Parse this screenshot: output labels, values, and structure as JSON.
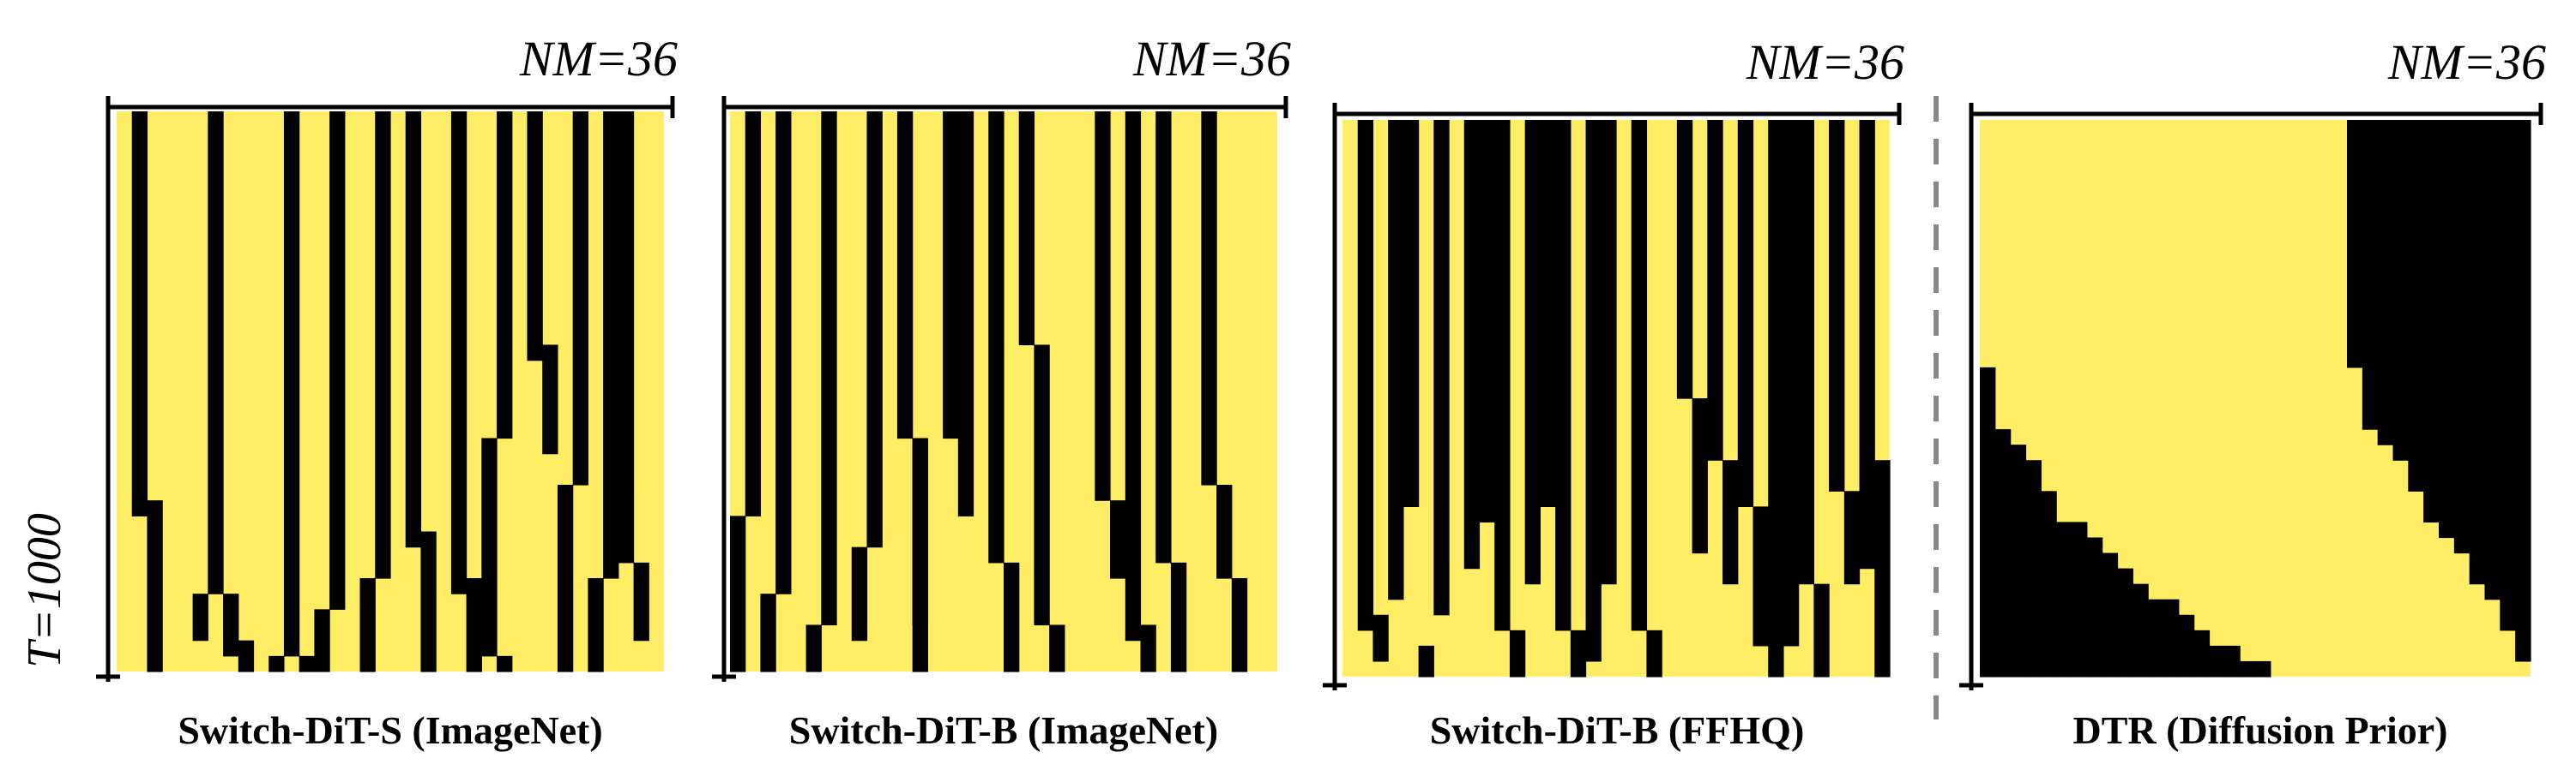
{
  "y_axis_label": "T=1000",
  "colors": {
    "active": "#ffed66",
    "inactive": "#000000",
    "axis": "#000000",
    "divider": "#888888"
  },
  "panels": [
    {
      "key": "s_imagenet",
      "title": "Switch-DiT-S (ImageNet)",
      "corner_label": "NM=36",
      "grid": {
        "rows": 36,
        "cols": 36
      },
      "inactive_runs": [
        {
          "col": 1,
          "from": 0,
          "to": 26
        },
        {
          "col": 2,
          "from": 25,
          "to": 36
        },
        {
          "col": 6,
          "from": 0,
          "to": 31
        },
        {
          "col": 5,
          "from": 31,
          "to": 34
        },
        {
          "col": 7,
          "from": 31,
          "to": 35
        },
        {
          "col": 8,
          "from": 34,
          "to": 36
        },
        {
          "col": 10,
          "from": 35,
          "to": 36
        },
        {
          "col": 11,
          "from": 0,
          "to": 35
        },
        {
          "col": 12,
          "from": 35,
          "to": 36
        },
        {
          "col": 14,
          "from": 0,
          "to": 32
        },
        {
          "col": 13,
          "from": 32,
          "to": 36
        },
        {
          "col": 17,
          "from": 0,
          "to": 30
        },
        {
          "col": 16,
          "from": 30,
          "to": 36
        },
        {
          "col": 19,
          "from": 0,
          "to": 28
        },
        {
          "col": 20,
          "from": 27,
          "to": 36
        },
        {
          "col": 22,
          "from": 0,
          "to": 31
        },
        {
          "col": 23,
          "from": 30,
          "to": 36
        },
        {
          "col": 25,
          "from": 0,
          "to": 21
        },
        {
          "col": 24,
          "from": 21,
          "to": 35
        },
        {
          "col": 25,
          "from": 35,
          "to": 36
        },
        {
          "col": 27,
          "from": 0,
          "to": 16
        },
        {
          "col": 28,
          "from": 15,
          "to": 22
        },
        {
          "col": 30,
          "from": 0,
          "to": 24
        },
        {
          "col": 29,
          "from": 24,
          "to": 36
        },
        {
          "col": 32,
          "from": 0,
          "to": 30
        },
        {
          "col": 31,
          "from": 30,
          "to": 36
        },
        {
          "col": 33,
          "from": 0,
          "to": 24
        },
        {
          "col": 33,
          "from": 24,
          "to": 29
        },
        {
          "col": 34,
          "from": 29,
          "to": 34
        }
      ]
    },
    {
      "key": "b_imagenet",
      "title": "Switch-DiT-B (ImageNet)",
      "corner_label": "NM=36",
      "grid": {
        "rows": 36,
        "cols": 36
      },
      "inactive_runs": [
        {
          "col": 1,
          "from": 0,
          "to": 26
        },
        {
          "col": 0,
          "from": 26,
          "to": 36
        },
        {
          "col": 3,
          "from": 0,
          "to": 31
        },
        {
          "col": 2,
          "from": 31,
          "to": 36
        },
        {
          "col": 6,
          "from": 0,
          "to": 33
        },
        {
          "col": 5,
          "from": 33,
          "to": 36
        },
        {
          "col": 9,
          "from": 0,
          "to": 28
        },
        {
          "col": 8,
          "from": 28,
          "to": 34
        },
        {
          "col": 11,
          "from": 0,
          "to": 21
        },
        {
          "col": 12,
          "from": 21,
          "to": 33
        },
        {
          "col": 14,
          "from": 0,
          "to": 21
        },
        {
          "col": 12,
          "from": 21,
          "to": 36
        },
        {
          "col": 15,
          "from": 0,
          "to": 26
        },
        {
          "col": 17,
          "from": 0,
          "to": 29
        },
        {
          "col": 18,
          "from": 29,
          "to": 36
        },
        {
          "col": 19,
          "from": 0,
          "to": 15
        },
        {
          "col": 20,
          "from": 15,
          "to": 33
        },
        {
          "col": 21,
          "from": 33,
          "to": 36
        },
        {
          "col": 24,
          "from": 0,
          "to": 25
        },
        {
          "col": 25,
          "from": 25,
          "to": 30
        },
        {
          "col": 26,
          "from": 0,
          "to": 34
        },
        {
          "col": 27,
          "from": 33,
          "to": 36
        },
        {
          "col": 28,
          "from": 0,
          "to": 29
        },
        {
          "col": 29,
          "from": 29,
          "to": 36
        },
        {
          "col": 31,
          "from": 0,
          "to": 24
        },
        {
          "col": 32,
          "from": 24,
          "to": 30
        },
        {
          "col": 33,
          "from": 30,
          "to": 36
        }
      ]
    },
    {
      "key": "b_ffhq",
      "title": "Switch-DiT-B (FFHQ)",
      "corner_label": "NM=36",
      "grid": {
        "rows": 36,
        "cols": 36
      },
      "inactive_runs": [
        {
          "col": 1,
          "from": 0,
          "to": 33
        },
        {
          "col": 2,
          "from": 32,
          "to": 35
        },
        {
          "col": 3,
          "from": 0,
          "to": 31
        },
        {
          "col": 4,
          "from": 0,
          "to": 25
        },
        {
          "col": 5,
          "from": 34,
          "to": 36
        },
        {
          "col": 6,
          "from": 0,
          "to": 32
        },
        {
          "col": 8,
          "from": 0,
          "to": 29
        },
        {
          "col": 9,
          "from": 0,
          "to": 26
        },
        {
          "col": 10,
          "from": 0,
          "to": 33
        },
        {
          "col": 11,
          "from": 33,
          "to": 36
        },
        {
          "col": 12,
          "from": 0,
          "to": 30
        },
        {
          "col": 13,
          "from": 0,
          "to": 25
        },
        {
          "col": 14,
          "from": 0,
          "to": 33
        },
        {
          "col": 15,
          "from": 33,
          "to": 36
        },
        {
          "col": 16,
          "from": 0,
          "to": 35
        },
        {
          "col": 17,
          "from": 0,
          "to": 30
        },
        {
          "col": 19,
          "from": 0,
          "to": 33
        },
        {
          "col": 20,
          "from": 33,
          "to": 36
        },
        {
          "col": 22,
          "from": 0,
          "to": 18
        },
        {
          "col": 23,
          "from": 18,
          "to": 28
        },
        {
          "col": 24,
          "from": 0,
          "to": 22
        },
        {
          "col": 25,
          "from": 22,
          "to": 30
        },
        {
          "col": 26,
          "from": 0,
          "to": 25
        },
        {
          "col": 27,
          "from": 25,
          "to": 34
        },
        {
          "col": 28,
          "from": 0,
          "to": 31
        },
        {
          "col": 28,
          "from": 31,
          "to": 36
        },
        {
          "col": 29,
          "from": 0,
          "to": 34
        },
        {
          "col": 30,
          "from": 0,
          "to": 30
        },
        {
          "col": 31,
          "from": 30,
          "to": 36
        },
        {
          "col": 32,
          "from": 0,
          "to": 24
        },
        {
          "col": 33,
          "from": 24,
          "to": 30
        },
        {
          "col": 34,
          "from": 0,
          "to": 29
        },
        {
          "col": 35,
          "from": 22,
          "to": 36
        }
      ]
    },
    {
      "key": "dtr",
      "title": "DTR (Diffusion Prior)",
      "corner_label": "NM=36",
      "grid": {
        "rows": 36,
        "cols": 36
      },
      "inactive_runs": [
        {
          "col": 0,
          "from": 16,
          "to": 36
        },
        {
          "col": 1,
          "from": 20,
          "to": 36
        },
        {
          "col": 2,
          "from": 21,
          "to": 36
        },
        {
          "col": 3,
          "from": 22,
          "to": 36
        },
        {
          "col": 4,
          "from": 24,
          "to": 36
        },
        {
          "col": 5,
          "from": 26,
          "to": 36
        },
        {
          "col": 6,
          "from": 26,
          "to": 36
        },
        {
          "col": 7,
          "from": 27,
          "to": 36
        },
        {
          "col": 8,
          "from": 28,
          "to": 36
        },
        {
          "col": 9,
          "from": 29,
          "to": 36
        },
        {
          "col": 10,
          "from": 30,
          "to": 36
        },
        {
          "col": 11,
          "from": 31,
          "to": 36
        },
        {
          "col": 12,
          "from": 31,
          "to": 36
        },
        {
          "col": 13,
          "from": 32,
          "to": 36
        },
        {
          "col": 14,
          "from": 33,
          "to": 36
        },
        {
          "col": 15,
          "from": 34,
          "to": 36
        },
        {
          "col": 16,
          "from": 34,
          "to": 36
        },
        {
          "col": 17,
          "from": 35,
          "to": 36
        },
        {
          "col": 18,
          "from": 35,
          "to": 36
        },
        {
          "col": 24,
          "from": 0,
          "to": 16
        },
        {
          "col": 25,
          "from": 0,
          "to": 20
        },
        {
          "col": 26,
          "from": 0,
          "to": 21
        },
        {
          "col": 27,
          "from": 0,
          "to": 22
        },
        {
          "col": 28,
          "from": 0,
          "to": 24
        },
        {
          "col": 29,
          "from": 0,
          "to": 26
        },
        {
          "col": 30,
          "from": 0,
          "to": 27
        },
        {
          "col": 31,
          "from": 0,
          "to": 28
        },
        {
          "col": 32,
          "from": 0,
          "to": 30
        },
        {
          "col": 33,
          "from": 0,
          "to": 31
        },
        {
          "col": 34,
          "from": 0,
          "to": 33
        },
        {
          "col": 35,
          "from": 0,
          "to": 35
        }
      ]
    }
  ]
}
